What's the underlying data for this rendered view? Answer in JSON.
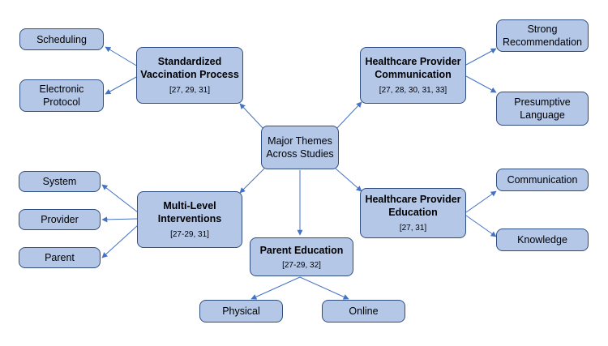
{
  "colors": {
    "box_fill": "#b4c7e7",
    "box_border": "#2f4d7e",
    "arrow": "#4472c4"
  },
  "center": {
    "title": "Major Themes Across Studies"
  },
  "themes": {
    "standardized": {
      "title": "Standardized Vaccination Process",
      "refs": "[27, 29, 31]"
    },
    "hcp_communication": {
      "title": "Healthcare Provider Communication",
      "refs": "[27, 28, 30, 31, 33]"
    },
    "multilevel": {
      "title": "Multi-Level Interventions",
      "refs": "[27-29, 31]"
    },
    "hcp_education": {
      "title": "Healthcare Provider Education",
      "refs": "[27, 31]"
    },
    "parent_education": {
      "title": "Parent Education",
      "refs": "[27-29, 32]"
    }
  },
  "subthemes": {
    "scheduling": "Scheduling",
    "electronic_protocol": "Electronic Protocol",
    "strong_recommendation": "Strong Recommendation",
    "presumptive_language": "Presumptive Language",
    "system": "System",
    "provider": "Provider",
    "parent": "Parent",
    "communication": "Communication",
    "knowledge": "Knowledge",
    "physical": "Physical",
    "online": "Online"
  }
}
